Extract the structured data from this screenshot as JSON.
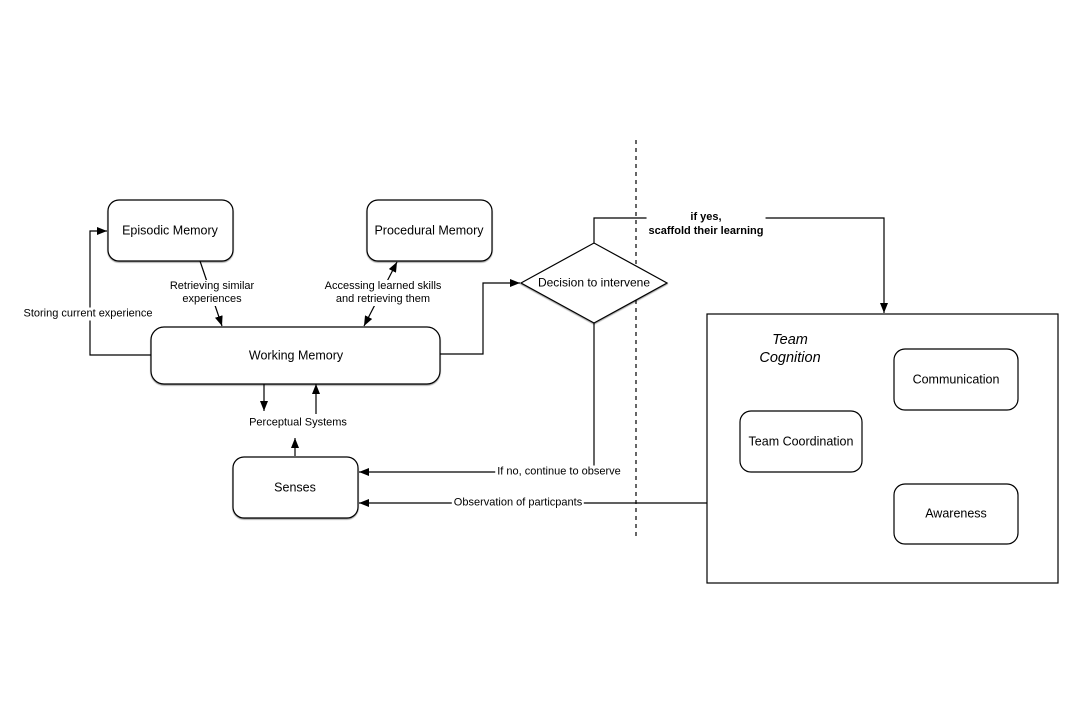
{
  "diagram": {
    "boxes": {
      "episodic": "Episodic Memory",
      "procedural": "Procedural Memory",
      "working": "Working Memory",
      "senses": "Senses",
      "decision": "Decision to intervene",
      "communication": "Communication",
      "team_coordination": "Team Coordination",
      "awareness": "Awareness"
    },
    "container_title": {
      "line1": "Team",
      "line2": "Cognition"
    },
    "edge_labels": {
      "storing": "Storing current experience",
      "retrieving_line1": "Retrieving similar",
      "retrieving_line2": "experiences",
      "accessing_line1": "Accessing learned skills",
      "accessing_line2": "and retrieving them",
      "perceptual": "Perceptual Systems",
      "if_yes_line1": "if yes,",
      "if_yes_line2": "scaffold their learning",
      "if_no": "If no, continue to observe",
      "observation": "Observation of particpants"
    },
    "colors": {
      "stroke": "#000000",
      "background": "#ffffff"
    }
  }
}
